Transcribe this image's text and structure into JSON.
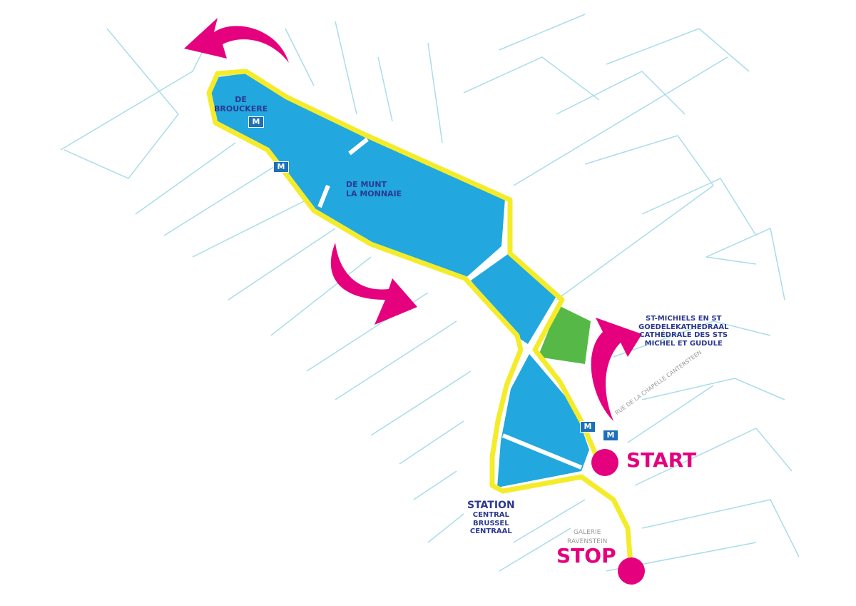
{
  "colors": {
    "zone": "#22a7df",
    "route": "#f4ec2a",
    "arrow": "#e5007e",
    "park": "#56b947",
    "street": "#a9dceb",
    "label": "#2b3990"
  },
  "labels": {
    "de_brouckere": [
      "DE",
      "BROUCKERE"
    ],
    "de_munt": [
      "DE MUNT",
      "LA MONNAIE"
    ],
    "cathedral": [
      "ST-MICHIELS EN ST",
      "GOEDELEKATHEDRAAL",
      "CATHÉDRALE DES STS",
      "MICHEL ET GUDULE"
    ],
    "station_title": "STATION",
    "station": [
      "CENTRAL",
      "BRUSSEL",
      "CENTRAAL"
    ],
    "galerie": [
      "GALERIE",
      "RAVENSTEIN"
    ],
    "street": "RUE DE LA CHAPELLE CANTERSTEEN",
    "start": "START",
    "stop": "STOP",
    "metro": "M"
  }
}
